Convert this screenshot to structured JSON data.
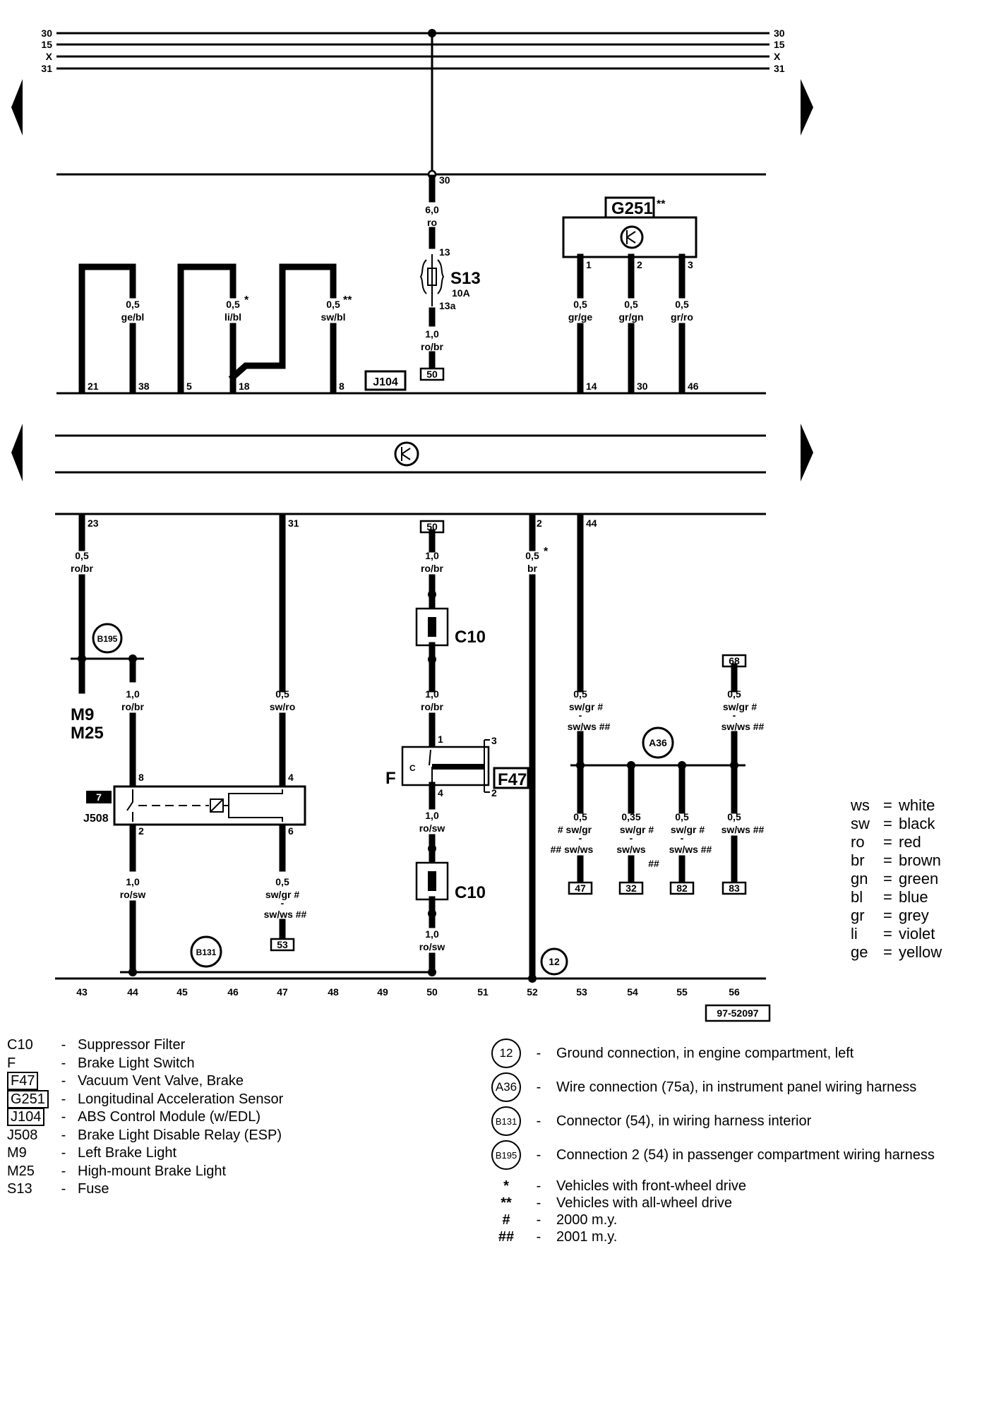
{
  "bus_lines": [
    "30",
    "15",
    "X",
    "31"
  ],
  "components": {
    "g251": "G251",
    "g251_note": "**",
    "s13": "S13",
    "s13_rating": "10A",
    "j104": "J104",
    "j508": "J508",
    "j508_tag": "7",
    "c10_a": "C10",
    "c10_b": "C10",
    "f": "F",
    "f47": "F47",
    "m9": "M9",
    "m25": "M25"
  },
  "wires": {
    "s13_in_size": "6,0",
    "s13_in_color": "ro",
    "s13_out_size": "1,0",
    "s13_out_color": "ro/br",
    "ge_bl_size": "0,5",
    "ge_bl_color": "ge/bl",
    "li_bl_size": "0,5",
    "li_bl_note": "*",
    "li_bl_color": "li/bl",
    "sw_bl_size": "0,5",
    "sw_bl_note": "**",
    "sw_bl_color": "sw/bl",
    "gr_ge_size": "0,5",
    "gr_ge_color": "gr/ge",
    "gr_gn_size": "0,5",
    "gr_gn_color": "gr/gn",
    "gr_ro_size": "0,5",
    "gr_ro_color": "gr/ro",
    "m9_size": "0,5",
    "m9_color": "ro/br",
    "j508_in_size": "1,0",
    "j508_in_color": "ro/br",
    "j508_swro_size": "0,5",
    "j508_swro_color": "sw/ro",
    "j508_out_size": "1,0",
    "j508_out_color": "ro/sw",
    "j508_53_size": "0,5",
    "j508_53_color1": "sw/gr #",
    "j508_53_dash": "-",
    "j508_53_color2": "sw/ws ##",
    "c10_top_size": "1,0",
    "c10_top_color": "ro/br",
    "c10_mid_size": "1,0",
    "c10_mid_color": "ro/br",
    "f_out_size": "1,0",
    "f_out_color": "ro/sw",
    "c10_bot_size": "1,0",
    "c10_bot_color": "ro/sw",
    "br_size": "0,5",
    "br_note": "*",
    "br_color": "br",
    "w44_size": "0,5",
    "w44_color1": "sw/gr #",
    "w44_dash": "-",
    "w44_color2": "sw/ws ##",
    "w68_size": "0,5",
    "w68_color1": "sw/gr #",
    "w68_dash": "-",
    "w68_color2": "sw/ws ##",
    "w47_size": "0,5",
    "w47_color1": "# sw/gr",
    "w47_dash": "-",
    "w47_color2": "## sw/ws",
    "w32_size": "0,35",
    "w32_color1": "sw/gr #",
    "w32_dash": "-",
    "w32_color2": "sw/ws",
    "w32_note": "##",
    "w82_size": "0,5",
    "w82_color1": "sw/gr #",
    "w82_dash": "-",
    "w82_color2": "sw/ws ##",
    "w83_size": "0,5",
    "w83_color1": "sw/ws ##"
  },
  "pins": {
    "s13_top": "30",
    "s13_in": "13",
    "s13_out": "13a",
    "g251_1": "1",
    "g251_2": "2",
    "g251_3": "3",
    "j104_21": "21",
    "j104_38": "38",
    "j104_5": "5",
    "j104_18": "18",
    "j104_8": "8",
    "j104_14": "14",
    "j104_30": "30",
    "j104_46": "46",
    "j104_23": "23",
    "j104_31": "31",
    "j104_2": "2",
    "j104_44": "44",
    "j508_8": "8",
    "j508_4": "4",
    "j508_2": "2",
    "j508_6": "6",
    "f_1": "1",
    "f_3": "3",
    "f_4": "4",
    "f_2": "2"
  },
  "terminals": {
    "t50_top": "50",
    "t50_bottom": "50",
    "t68": "68",
    "t53": "53",
    "t47": "47",
    "t32": "32",
    "t82": "82",
    "t83": "83"
  },
  "connectors": {
    "b195": "B195",
    "b131": "B131",
    "a36": "A36",
    "g12": "12"
  },
  "positions": [
    "43",
    "44",
    "45",
    "46",
    "47",
    "48",
    "49",
    "50",
    "51",
    "52",
    "53",
    "54",
    "55",
    "56"
  ],
  "diagram_id": "97-52097",
  "component_legend": [
    {
      "code": "C10",
      "boxed": false,
      "desc": "Suppressor Filter"
    },
    {
      "code": "F",
      "boxed": false,
      "desc": "Brake Light Switch"
    },
    {
      "code": "F47",
      "boxed": true,
      "desc": "Vacuum Vent Valve, Brake"
    },
    {
      "code": "G251",
      "boxed": true,
      "desc": "Longitudinal Acceleration Sensor"
    },
    {
      "code": "J104",
      "boxed": true,
      "desc": "ABS Control Module (w/EDL)"
    },
    {
      "code": "J508",
      "boxed": false,
      "desc": "Brake Light Disable Relay (ESP)"
    },
    {
      "code": "M9",
      "boxed": false,
      "desc": "Left Brake Light"
    },
    {
      "code": "M25",
      "boxed": false,
      "desc": "High-mount Brake Light"
    },
    {
      "code": "S13",
      "boxed": false,
      "desc": "Fuse"
    }
  ],
  "connection_legend": [
    {
      "code": "12",
      "desc": "Ground connection, in engine compartment, left"
    },
    {
      "code": "A36",
      "desc": "Wire connection (75a), in instrument panel wiring harness"
    },
    {
      "code": "B131",
      "desc": "Connector (54), in wiring harness interior"
    },
    {
      "code": "B195",
      "desc": "Connection 2 (54) in passenger compartment wiring harness"
    }
  ],
  "notes": [
    {
      "sym": "*",
      "desc": "Vehicles with front-wheel drive"
    },
    {
      "sym": "**",
      "desc": "Vehicles with all-wheel drive"
    },
    {
      "sym": "#",
      "desc": "2000 m.y."
    },
    {
      "sym": "##",
      "desc": "2001 m.y."
    }
  ],
  "dash": "-",
  "color_legend": [
    {
      "code": "ws",
      "name": "white"
    },
    {
      "code": "sw",
      "name": "black"
    },
    {
      "code": "ro",
      "name": "red"
    },
    {
      "code": "br",
      "name": "brown"
    },
    {
      "code": "gn",
      "name": "green"
    },
    {
      "code": "bl",
      "name": "blue"
    },
    {
      "code": "gr",
      "name": "grey"
    },
    {
      "code": "li",
      "name": "violet"
    },
    {
      "code": "ge",
      "name": "yellow"
    }
  ]
}
